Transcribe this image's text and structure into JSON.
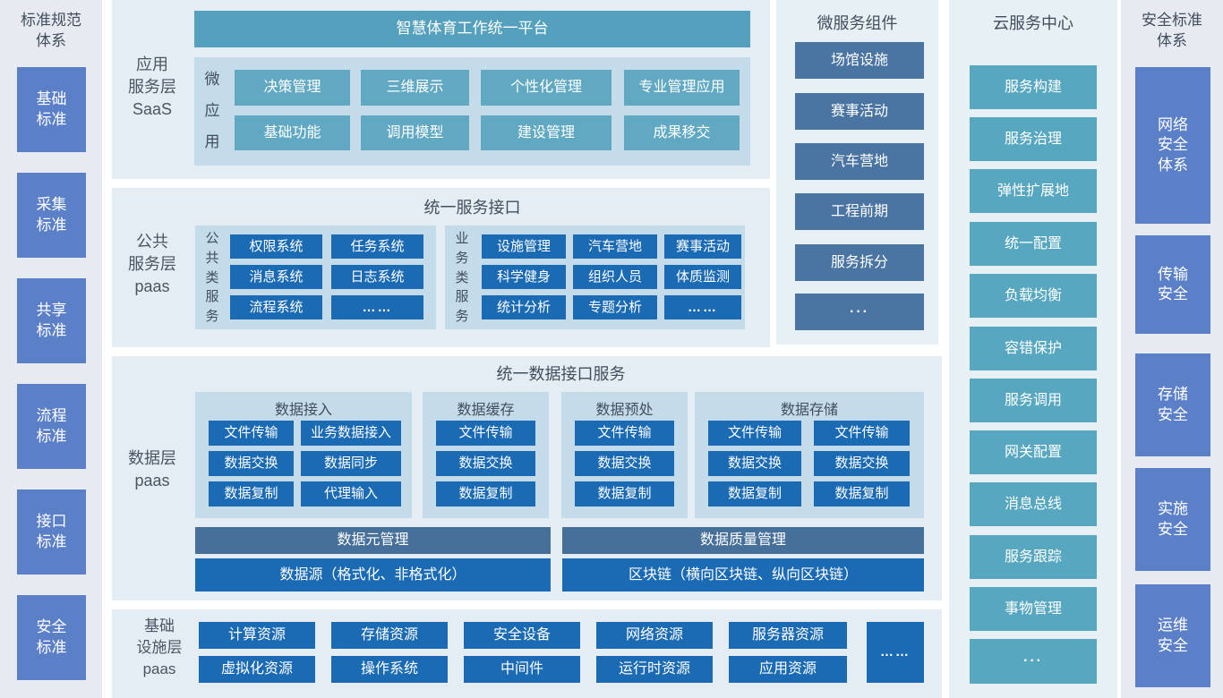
{
  "colors": {
    "banner_teal": "#54a0bd",
    "app_button_teal": "#61a9c3",
    "cloud_teal": "#57a7c0",
    "bright_blue": "#1a6ab4",
    "slate_blue": "#4a74a1",
    "bar_slate": "#466f99",
    "periwinkle_blue": "#5c80c8",
    "panel_bg": "#e3edf3",
    "subpanel_bg": "#c4dbea",
    "side_bg": "#e8eaf2"
  },
  "standards_panel": {
    "title": "标准规范\n体系",
    "items": [
      "基础\n标准",
      "采集\n标准",
      "共享\n标准",
      "流程\n标准",
      "接口\n标准",
      "安全\n标准"
    ]
  },
  "app_layer": {
    "label": "应用\n服务层\nSaaS",
    "banner": "智慧体育工作统一平台",
    "micro_app_label": "微\n应\n用",
    "apps": [
      "决策管理",
      "三维展示",
      "个性化管理",
      "专业管理应用",
      "基础功能",
      "调用模型",
      "建设管理",
      "成果移交"
    ]
  },
  "public_layer": {
    "label": "公共\n服务层\npaas",
    "header": "统一服务接口",
    "common": {
      "label": "公\n共\n类\n服\n务",
      "items": [
        "权限系统",
        "任务系统",
        "消息系统",
        "日志系统",
        "流程系统",
        "……"
      ]
    },
    "business": {
      "label": "业\n务\n类\n服\n务",
      "items": [
        "设施管理",
        "汽车营地",
        "赛事活动",
        "科学健身",
        "组织人员",
        "体质监测",
        "统计分析",
        "专题分析",
        "……"
      ]
    }
  },
  "data_layer": {
    "label": "数据层\npaas",
    "header": "统一数据接口服务",
    "access": {
      "title": "数据接入",
      "items": [
        "文件传输",
        "业务数据接入",
        "数据交换",
        "数据同步",
        "数据复制",
        "代理输入"
      ]
    },
    "cache": {
      "title": "数据缓存",
      "items": [
        "文件传输",
        "数据交换",
        "数据复制"
      ]
    },
    "preprocess": {
      "title": "数据预处",
      "items": [
        "文件传输",
        "数据交换",
        "数据复制"
      ]
    },
    "storage": {
      "title": "数据存储",
      "items": [
        "文件传输",
        "文件传输",
        "数据交换",
        "数据交换",
        "数据复制",
        "数据复制"
      ]
    },
    "meta_bar": "数据元管理",
    "quality_bar": "数据质量管理",
    "source_bar": "数据源（格式化、非格式化）",
    "blockchain_bar": "区块链（横向区块链、纵向区块链）"
  },
  "infra_layer": {
    "label": "基础\n设施层\npaas",
    "row1": [
      "计算资源",
      "存储资源",
      "安全设备",
      "网络资源",
      "服务器资源"
    ],
    "row2": [
      "虚拟化资源",
      "操作系统",
      "中间件",
      "运行时资源",
      "应用资源"
    ],
    "more": "……"
  },
  "microservices_panel": {
    "title": "微服务组件",
    "items": [
      "场馆设施",
      "赛事活动",
      "汽车营地",
      "工程前期",
      "服务拆分",
      "···"
    ]
  },
  "cloud_panel": {
    "title": "云服务中心",
    "items": [
      "服务构建",
      "服务治理",
      "弹性扩展地",
      "统一配置",
      "负载均衡",
      "容错保护",
      "服务调用",
      "网关配置",
      "消息总线",
      "服务跟踪",
      "事物管理",
      "···"
    ]
  },
  "security_panel": {
    "title": "安全标准\n体系",
    "items": [
      "网络\n安全\n体系",
      "传输\n安全",
      "存储\n安全",
      "实施\n安全",
      "运维\n安全"
    ]
  }
}
